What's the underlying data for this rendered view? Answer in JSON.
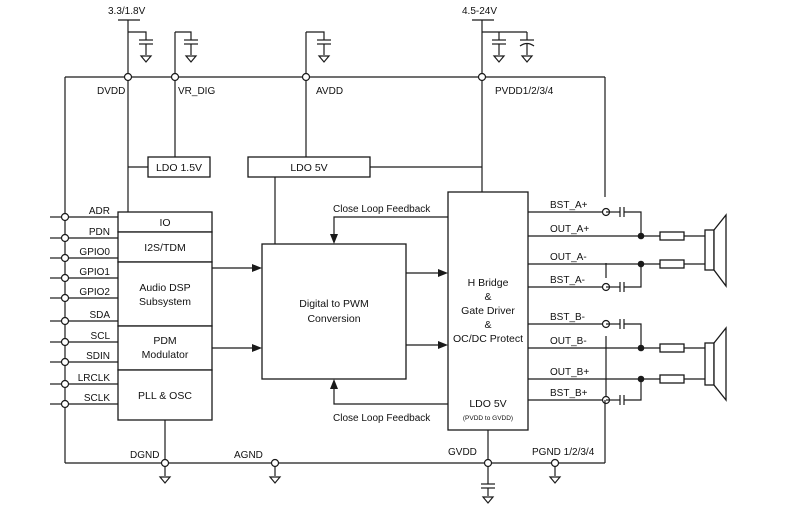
{
  "supplies": {
    "digital": "3.3/1.8V",
    "power": "4.5-24V"
  },
  "rails": {
    "dvdd": "DVDD",
    "vr_dig": "VR_DIG",
    "avdd": "AVDD",
    "pvdd": "PVDD1/2/3/4"
  },
  "ldo": {
    "dig": "LDO 1.5V",
    "analog": "LDO 5V"
  },
  "pins_left": [
    "ADR",
    "PDN",
    "GPIO0",
    "GPIO1",
    "GPIO2",
    "SDA",
    "SCL",
    "SDIN",
    "LRCLK",
    "SCLK"
  ],
  "blocks": {
    "io": "IO",
    "i2s": "I2S/TDM",
    "dsp_line1": "Audio DSP",
    "dsp_line2": "Subsystem",
    "pdm_line1": "PDM",
    "pdm_line2": "Modulator",
    "pll": "PLL & OSC",
    "pwm_line1": "Digital to PWM",
    "pwm_line2": "Conversion",
    "hb_line1": "H Bridge",
    "hb_line2": "&",
    "hb_line3": "Gate Driver",
    "hb_line4": "&",
    "hb_line5": "OC/DC Protect",
    "ldo_out": "LDO 5V",
    "ldo_out_note": "(PVDD to GVDD)"
  },
  "feedback": {
    "top": "Close Loop Feedback",
    "bottom": "Close Loop Feedback"
  },
  "outputs": [
    "BST_A+",
    "OUT_A+",
    "OUT_A-",
    "BST_A-",
    "BST_B-",
    "OUT_B-",
    "OUT_B+",
    "BST_B+"
  ],
  "grounds": {
    "dgnd": "DGND",
    "agnd": "AGND",
    "gvdd": "GVDD",
    "pgnd": "PGND 1/2/3/4"
  }
}
